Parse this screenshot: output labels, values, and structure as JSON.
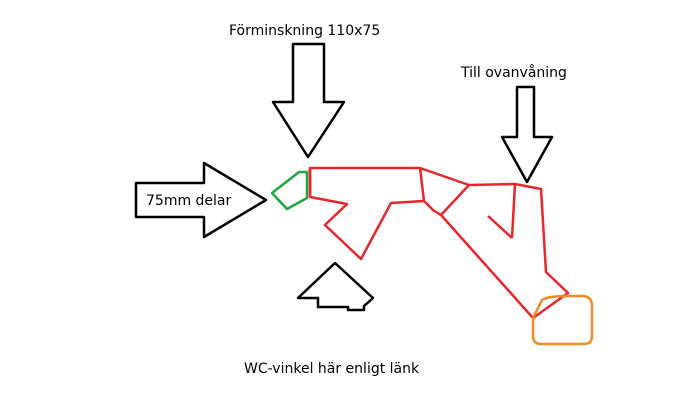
{
  "labels": {
    "top": "Förminskning 110x75",
    "left_arrow": "75mm delar",
    "upper_right": "Till ovanvåning",
    "bottom": "WC-vinkel här enligt länk"
  },
  "colors": {
    "pipe": "#e8262c",
    "reducer": "#22a53b",
    "bend": "#f08a24",
    "arrow": "#000000"
  }
}
